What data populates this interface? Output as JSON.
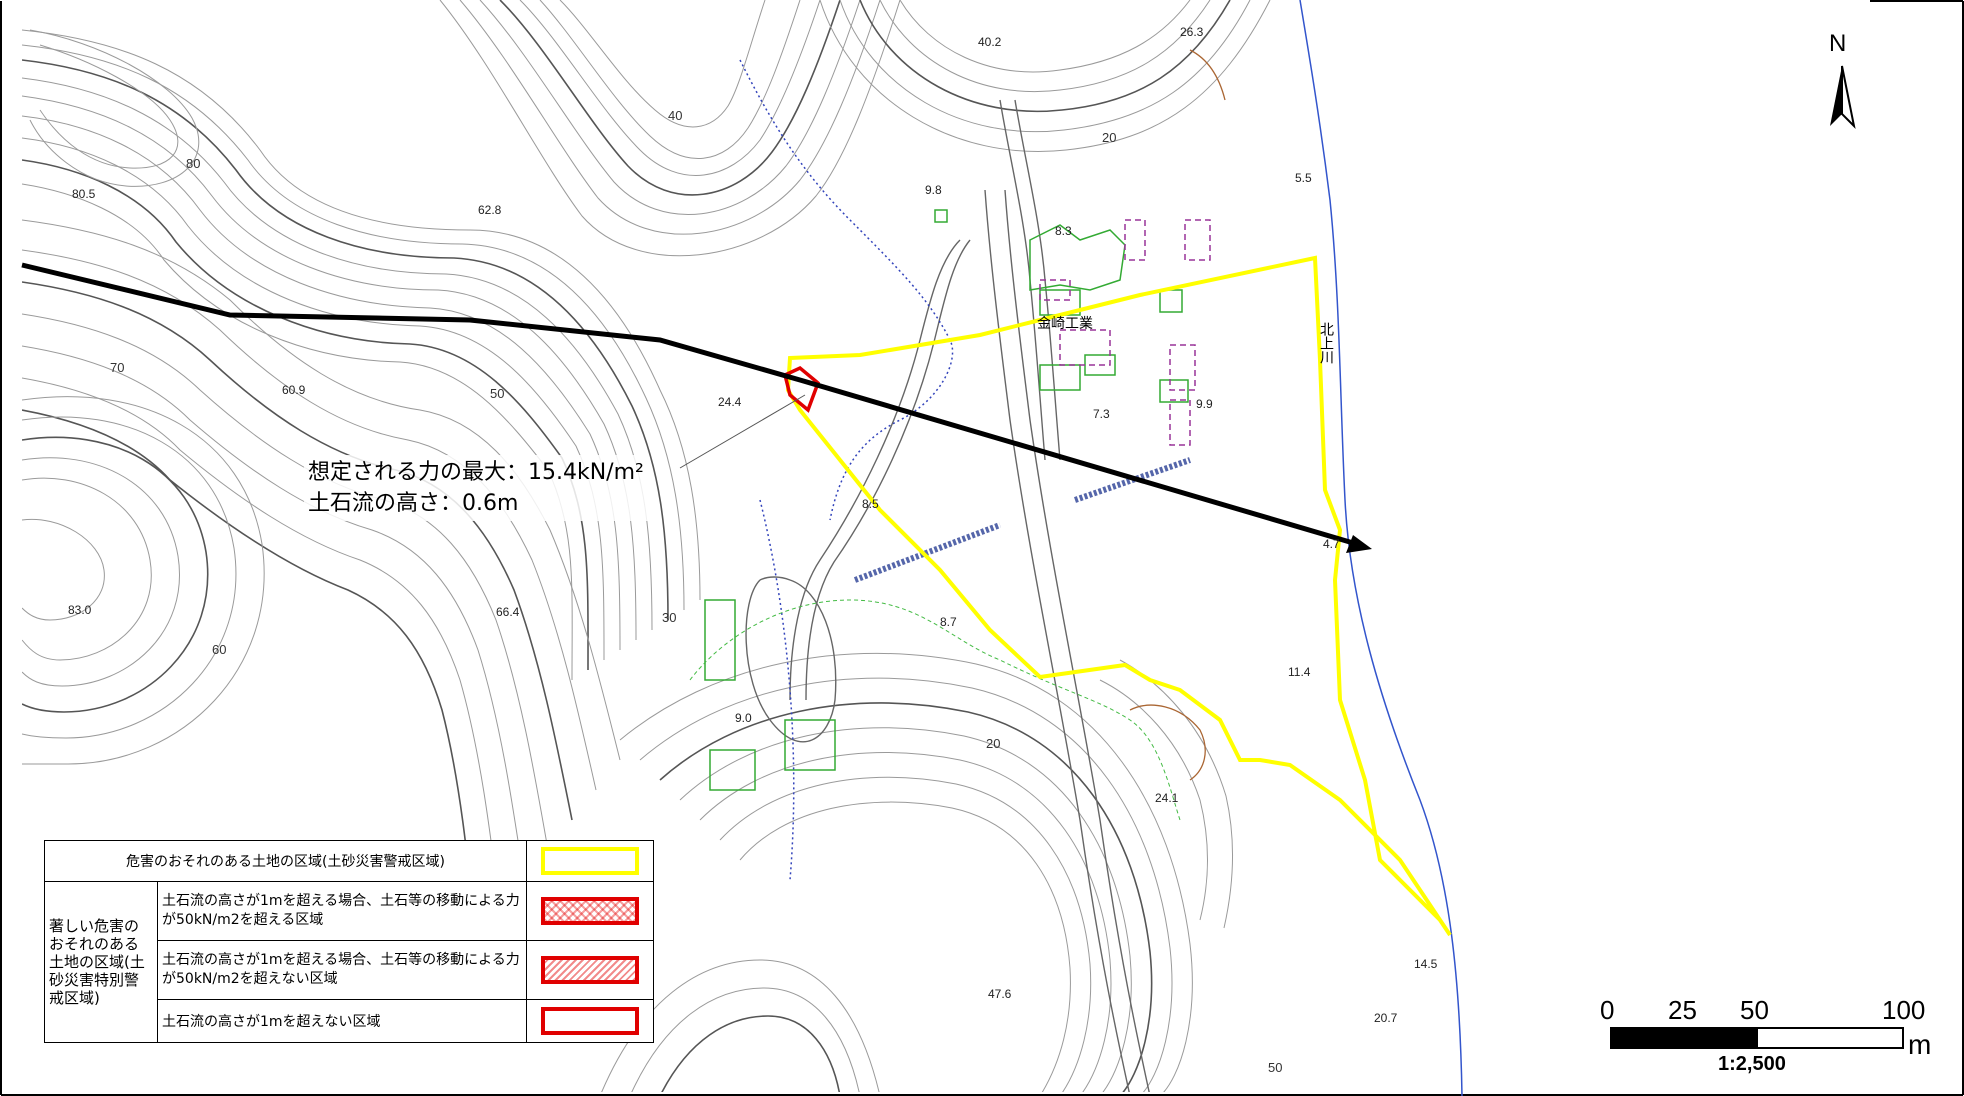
{
  "annotation": {
    "max_force": "想定される力の最大：15.4kN/m²",
    "debris_height": "土石流の高さ：0.6m"
  },
  "labels": {
    "factory": "金崎工業",
    "river": "北上川"
  },
  "spot_heights": [
    "40.2",
    "26.3",
    "80.5",
    "62.8",
    "9.8",
    "8.3",
    "5.5",
    "60.9",
    "24.4",
    "7.3",
    "9.9",
    "8.5",
    "4.7",
    "83.0",
    "66.4",
    "8.7",
    "11.4",
    "9.0",
    "24.1",
    "14.5",
    "47.6",
    "20.7"
  ],
  "contour_labels": [
    "40",
    "80",
    "20",
    "70",
    "50",
    "30",
    "60",
    "20",
    "50"
  ],
  "legend": {
    "row1_label": "危害のおそれのある土地の区域(土砂災害警戒区域)",
    "row2_group": "著しい危害のおそれのある土地の区域(土砂災害特別警戒区域)",
    "row2_label": "土石流の高さが1mを超える場合、土石等の移動による力が50kN/m2を超える区域",
    "row3_label": "土石流の高さが1mを超える場合、土石等の移動による力が50kN/m2を超えない区域",
    "row4_label": "土石流の高さが1mを超えない区域"
  },
  "scale": {
    "ticks": [
      "0",
      "25",
      "50",
      "100"
    ],
    "unit": "m",
    "ratio": "1:2,500"
  },
  "north": "N",
  "colors": {
    "warning_zone": "#ffff00",
    "special_zone": "#e00000",
    "building": "#33aa33",
    "structure": "#993399",
    "river": "#3355cc"
  }
}
